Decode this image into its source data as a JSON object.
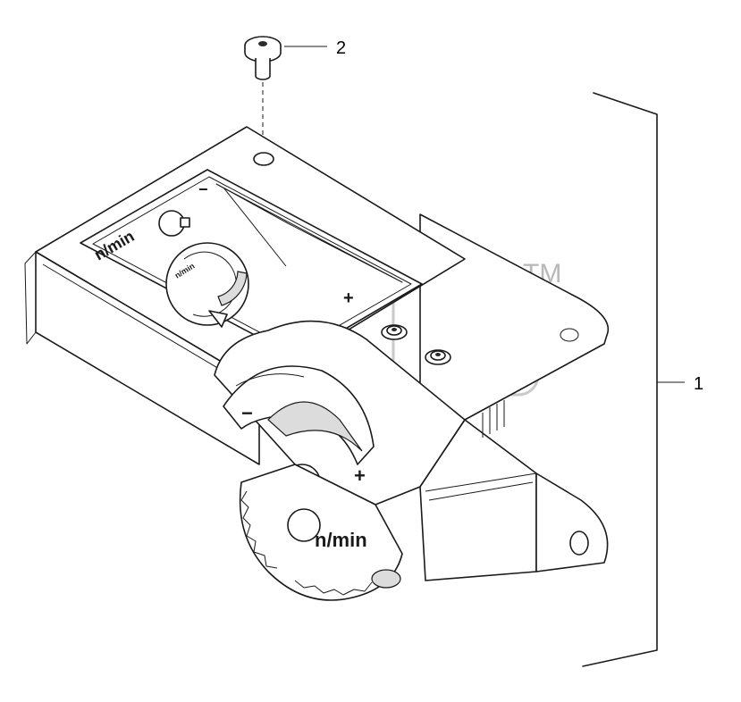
{
  "callouts": {
    "screw": "2",
    "assembly": "1"
  },
  "labels": {
    "speed_unit_dial": "n/min",
    "speed_unit_plate": "n/min",
    "speed_unit_small": "n/min",
    "plus_sign": "+",
    "minus_sign": "−",
    "plate_plus": "+",
    "plate_minus": "−"
  },
  "watermark": {
    "text": "agb",
    "trademark": "TM"
  }
}
